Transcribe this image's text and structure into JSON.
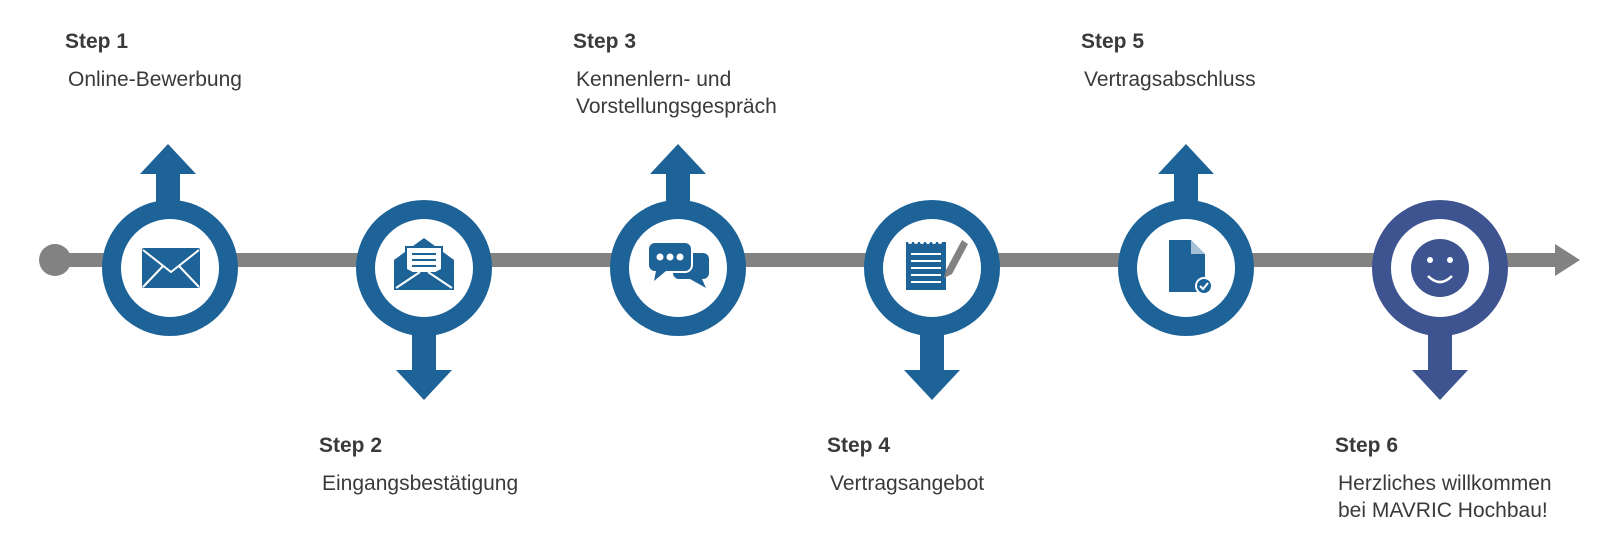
{
  "colors": {
    "primary": "#1d6398",
    "final": "#3e5490",
    "line": "#828282",
    "icon_bg": "#ffffff"
  },
  "steps": [
    {
      "title": "Step 1",
      "desc": [
        "Online-Bewerbung"
      ],
      "icon": "mail-closed-icon",
      "arrow": "up"
    },
    {
      "title": "Step 2",
      "desc": [
        "Eingangsbestätigung"
      ],
      "icon": "mail-open-icon",
      "arrow": "down"
    },
    {
      "title": "Step 3",
      "desc": [
        "Kennenlern- und",
        "Vorstellungsgespräch"
      ],
      "icon": "chat-bubbles-icon",
      "arrow": "up"
    },
    {
      "title": "Step 4",
      "desc": [
        "Vertragsangebot"
      ],
      "icon": "notepad-pen-icon",
      "arrow": "down"
    },
    {
      "title": "Step 5",
      "desc": [
        "Vertragsabschluss"
      ],
      "icon": "document-check-icon",
      "arrow": "up"
    },
    {
      "title": "Step 6",
      "desc": [
        "Herzliches willkommen",
        "bei MAVRIC Hochbau!"
      ],
      "icon": "smiley-icon",
      "arrow": "down"
    }
  ]
}
